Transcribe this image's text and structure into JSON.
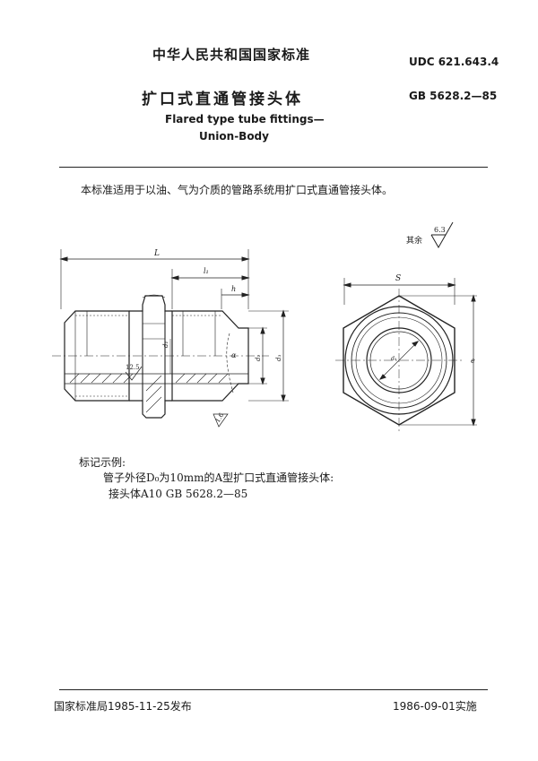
{
  "header": {
    "standard_name": "中华人民共和国国家标准",
    "udc": "UDC 621.643.4",
    "title_cn": "扩口式直通管接头体",
    "gb_code": "GB 5628.2—85",
    "title_en_line1": "Flared type tube fittings—",
    "title_en_line2": "Union-Body"
  },
  "body": {
    "scope": "本标准适用于以油、气为介质的管路系统用扩口式直通管接头体。"
  },
  "drawing": {
    "surface_rest": "其余",
    "surface_rest_value": "6.3",
    "roughness_1": "12.5",
    "roughness_2": "1.6",
    "dim_L": "L",
    "dim_l1": "l₁",
    "dim_h": "h",
    "dim_d1": "d₁",
    "dim_d2": "d₂",
    "dim_d3": "d₃",
    "dim_d0": "d₀",
    "dim_a": "α",
    "dim_S": "S",
    "dim_e": "e"
  },
  "marking": {
    "label": "标记示例:",
    "line1": "管子外径D₀为10mm的A型扩口式直通管接头体:",
    "line2": "接头体A10  GB 5628.2—85"
  },
  "footer": {
    "issued": "国家标准局1985-11-25发布",
    "effective": "1986-09-01实施"
  }
}
